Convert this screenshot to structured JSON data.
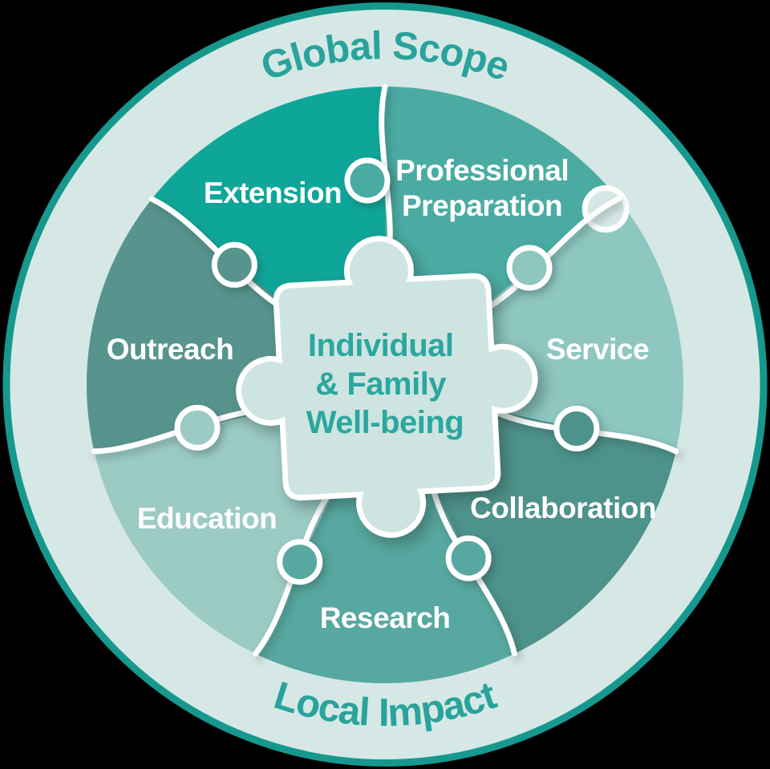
{
  "diagram": {
    "outer_ring": {
      "label_top": "Global Scope",
      "label_bottom": "Local Impact",
      "fill": "#d6e8e5",
      "border_color": "#16988e",
      "text_color": "#29a39b"
    },
    "center_piece": {
      "fill": "#cee4e1",
      "text_color": "#2aa79e",
      "line1": "Individual",
      "line2": "& Family",
      "line3": "Well-being"
    },
    "label_text_color": "#ffffff",
    "pieces": {
      "extension": {
        "label": "Extension",
        "color": "#0fa69a"
      },
      "professional_preparation": {
        "label": "Professional Preparation",
        "line1": "Professional",
        "line2": "Preparation",
        "color": "#4aaba2"
      },
      "service": {
        "label": "Service",
        "color": "#8ec6c0"
      },
      "collaboration": {
        "label": "Collaboration",
        "color": "#4d928b"
      },
      "research": {
        "label": "Research",
        "color": "#57a8a0"
      },
      "education": {
        "label": "Education",
        "color": "#9ccbc4"
      },
      "outreach": {
        "label": "Outreach",
        "color": "#57948d"
      }
    }
  }
}
